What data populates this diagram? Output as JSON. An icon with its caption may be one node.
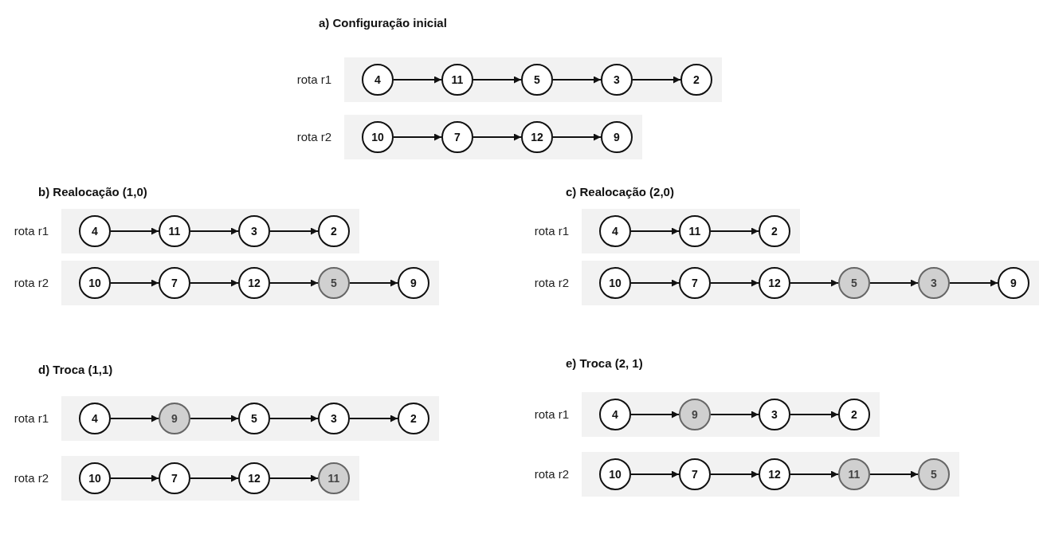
{
  "diagram": {
    "nodes": [
      {
        "text": [
          "rota r1"
        ]
      },
      {
        "text": [
          "4"
        ],
        "in": 0
      },
      {
        "text": [
          "11"
        ],
        "in": 0
      },
      {
        "text": [
          "5"
        ],
        "in": 0
      },
      {
        "text": [
          "3"
        ],
        "in": 0
      },
      {
        "text": [
          "2"
        ],
        "in": 0
      },
      {
        "text": [
          "rota r2"
        ]
      },
      {
        "text": [
          "10"
        ],
        "in": 6
      },
      {
        "text": [
          "7"
        ],
        "in": 6
      },
      {
        "text": [
          "12"
        ],
        "in": 6
      },
      {
        "text": [
          "9"
        ],
        "in": 6
      },
      {
        "text": [
          "rota r1"
        ]
      },
      {
        "text": [
          "4"
        ],
        "in": 11
      },
      {
        "text": [
          "11"
        ],
        "in": 11
      },
      {
        "text": [
          "3"
        ],
        "in": 11
      },
      {
        "text": [
          "2"
        ],
        "in": 11
      },
      {
        "text": [
          "rota r2"
        ]
      },
      {
        "text": [
          "10"
        ],
        "in": 16
      },
      {
        "text": [
          "7"
        ],
        "in": 16
      },
      {
        "text": [
          "12"
        ],
        "in": 16
      },
      {
        "text": [
          "5"
        ],
        "in": 16
      },
      {
        "text": [
          "9"
        ],
        "in": 16
      },
      {
        "text": [
          "rota r1"
        ]
      },
      {
        "text": [
          "4"
        ],
        "in": 22
      },
      {
        "text": [
          "11"
        ],
        "in": 22
      },
      {
        "text": [
          "2"
        ],
        "in": 22
      },
      {
        "text": [
          "rota r2"
        ]
      },
      {
        "text": [
          "10"
        ],
        "in": 26
      },
      {
        "text": [
          "7"
        ],
        "in": 26
      },
      {
        "text": [
          "12"
        ],
        "in": 26
      },
      {
        "text": [
          "5"
        ],
        "in": 26
      },
      {
        "text": [
          "3"
        ],
        "in": 26
      },
      {
        "text": [
          "9"
        ],
        "in": 26
      },
      {
        "text": [
          "rota r1"
        ]
      },
      {
        "text": [
          "4"
        ],
        "in": 33
      },
      {
        "text": [
          "9"
        ],
        "in": 33
      },
      {
        "text": [
          "5"
        ],
        "in": 33
      },
      {
        "text": [
          "3"
        ],
        "in": 33
      },
      {
        "text": [
          "2"
        ],
        "in": 33
      },
      {
        "text": [
          "rota r2"
        ]
      },
      {
        "text": [
          "10"
        ],
        "in": 39
      },
      {
        "text": [
          "7"
        ],
        "in": 39
      },
      {
        "text": [
          "12"
        ],
        "in": 39
      },
      {
        "text": [
          "11"
        ],
        "in": 39
      },
      {
        "text": [
          "rota r1"
        ]
      },
      {
        "text": [
          "4"
        ],
        "in": 44
      },
      {
        "text": [
          "9"
        ],
        "in": 44
      },
      {
        "text": [
          "3"
        ],
        "in": 44
      },
      {
        "text": [
          "2"
        ],
        "in": 44
      },
      {
        "text": [
          "rota r2"
        ]
      },
      {
        "text": [
          "10"
        ],
        "in": 49
      },
      {
        "text": [
          "7"
        ],
        "in": 49
      },
      {
        "text": [
          "12"
        ],
        "in": 49
      },
      {
        "text": [
          "11"
        ],
        "in": 49
      },
      {
        "text": [
          "5"
        ],
        "in": 49
      }
    ],
    "edges": [
      {
        "from": 1,
        "to": 2,
        "arrow": "to"
      },
      {
        "from": 2,
        "to": 3,
        "arrow": "to"
      },
      {
        "from": 3,
        "to": 4,
        "arrow": "to"
      },
      {
        "from": 4,
        "to": 5,
        "arrow": "to"
      },
      {
        "from": 7,
        "to": 8,
        "arrow": "to"
      },
      {
        "from": 8,
        "to": 9,
        "arrow": "to"
      },
      {
        "from": 9,
        "to": 10,
        "arrow": "to"
      },
      {
        "from": 12,
        "to": 13,
        "arrow": "to"
      },
      {
        "from": 13,
        "to": 14,
        "arrow": "to"
      },
      {
        "from": 14,
        "to": 15,
        "arrow": "to"
      },
      {
        "from": 17,
        "to": 18,
        "arrow": "to"
      },
      {
        "from": 18,
        "to": 19,
        "arrow": "to"
      },
      {
        "from": 19,
        "to": 20,
        "arrow": "to"
      },
      {
        "from": 20,
        "to": 21,
        "arrow": "to"
      },
      {
        "from": 23,
        "to": 24,
        "arrow": "to"
      },
      {
        "from": 24,
        "to": 25,
        "arrow": "to"
      },
      {
        "from": 27,
        "to": 28,
        "arrow": "to"
      },
      {
        "from": 28,
        "to": 29,
        "arrow": "to"
      },
      {
        "from": 29,
        "to": 30,
        "arrow": "to"
      },
      {
        "from": 30,
        "to": 31,
        "arrow": "to"
      },
      {
        "from": 31,
        "to": 32,
        "arrow": "to"
      },
      {
        "from": 34,
        "to": 35,
        "arrow": "to"
      },
      {
        "from": 35,
        "to": 36,
        "arrow": "to"
      },
      {
        "from": 36,
        "to": 37,
        "arrow": "to"
      },
      {
        "from": 37,
        "to": 38,
        "arrow": "to"
      },
      {
        "from": 40,
        "to": 41,
        "arrow": "to"
      },
      {
        "from": 41,
        "to": 42,
        "arrow": "to"
      },
      {
        "from": 42,
        "to": 43,
        "arrow": "to"
      },
      {
        "from": 45,
        "to": 46,
        "arrow": "to"
      },
      {
        "from": 46,
        "to": 47,
        "arrow": "to"
      },
      {
        "from": 47,
        "to": 48,
        "arrow": "to"
      },
      {
        "from": 50,
        "to": 51,
        "arrow": "to"
      },
      {
        "from": 51,
        "to": 52,
        "arrow": "to"
      },
      {
        "from": 52,
        "to": 53,
        "arrow": "to"
      },
      {
        "from": 53,
        "to": 54,
        "arrow": "to"
      }
    ],
    "labels": [
      "a) Configuração inicial",
      "b) Realocação (1,0)",
      "c) Realocação (2,0)",
      "d) Troca (1,1)",
      "e) Troca (2, 1)"
    ]
  }
}
